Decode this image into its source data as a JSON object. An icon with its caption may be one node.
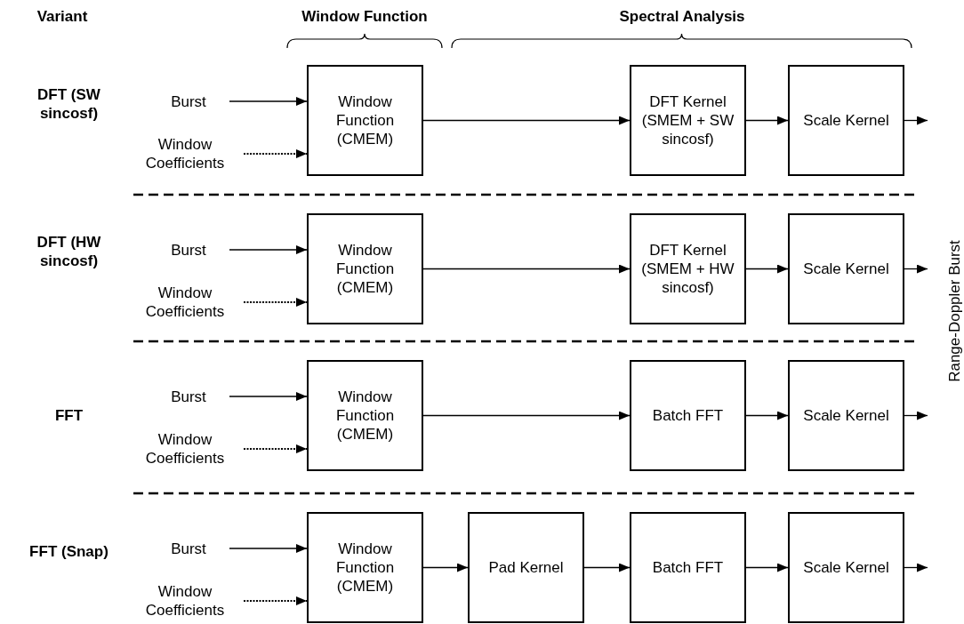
{
  "diagram": {
    "nodes": [
      {
        "text": [
          "Burst"
        ]
      },
      {
        "text": [
          "Window Coefficients"
        ]
      },
      {
        "text": [
          "Window Function (CMEM)"
        ]
      },
      {
        "text": [
          "DFT Kernel (SMEM + SW sincosf)"
        ]
      },
      {
        "text": [
          "Scale Kernel"
        ]
      },
      {
        "text": [
          "Burst"
        ]
      },
      {
        "text": [
          "Window Coefficients"
        ]
      },
      {
        "text": [
          "Window Function (CMEM)"
        ]
      },
      {
        "text": [
          "DFT Kernel (SMEM + HW sincosf)"
        ]
      },
      {
        "text": [
          "Scale Kernel"
        ]
      },
      {
        "text": [
          "Burst"
        ]
      },
      {
        "text": [
          "Window Coefficients"
        ]
      },
      {
        "text": [
          "Window Function (CMEM)"
        ]
      },
      {
        "text": [
          "Batch FFT"
        ]
      },
      {
        "text": [
          "Scale Kernel"
        ]
      },
      {
        "text": [
          "Burst"
        ]
      },
      {
        "text": [
          "Window Coefficients"
        ]
      },
      {
        "text": [
          "Window Function (CMEM)"
        ]
      },
      {
        "text": [
          "Pad Kernel"
        ]
      },
      {
        "text": [
          "Batch FFT"
        ]
      },
      {
        "text": [
          "Scale Kernel"
        ]
      }
    ],
    "edges": [
      {
        "from": 0,
        "to": 2,
        "arrow": "to"
      },
      {
        "from": 1,
        "to": 2,
        "arrow": "to",
        "style": "dashed"
      },
      {
        "from": 2,
        "to": 3,
        "arrow": "to"
      },
      {
        "from": 3,
        "to": 4,
        "arrow": "to"
      },
      {
        "from": 4,
        "to": null,
        "arrow": "to"
      },
      {
        "from": 5,
        "to": 7,
        "arrow": "to"
      },
      {
        "from": 6,
        "to": 7,
        "arrow": "to",
        "style": "dashed"
      },
      {
        "from": 7,
        "to": 8,
        "arrow": "to"
      },
      {
        "from": 8,
        "to": 9,
        "arrow": "to"
      },
      {
        "from": 9,
        "to": null,
        "arrow": "to"
      },
      {
        "from": 10,
        "to": 12,
        "arrow": "to"
      },
      {
        "from": 11,
        "to": 12,
        "arrow": "to",
        "style": "dashed"
      },
      {
        "from": 12,
        "to": 13,
        "arrow": "to"
      },
      {
        "from": 13,
        "to": 14,
        "arrow": "to"
      },
      {
        "from": 14,
        "to": null,
        "arrow": "to"
      },
      {
        "from": 15,
        "to": 17,
        "arrow": "to"
      },
      {
        "from": 16,
        "to": 17,
        "arrow": "to",
        "style": "dashed"
      },
      {
        "from": 17,
        "to": 18,
        "arrow": "to"
      },
      {
        "from": 18,
        "to": 19,
        "arrow": "to"
      },
      {
        "from": 19,
        "to": 20,
        "arrow": "to"
      },
      {
        "from": 20,
        "to": null,
        "arrow": "to"
      }
    ],
    "labels": [
      "Variant",
      "Window Function",
      "Spectral Analysis",
      "DFT (SW sincosf)",
      "DFT (HW sincosf)",
      "FFT",
      "FFT (Snap)",
      "Range-Doppler Burst"
    ]
  }
}
